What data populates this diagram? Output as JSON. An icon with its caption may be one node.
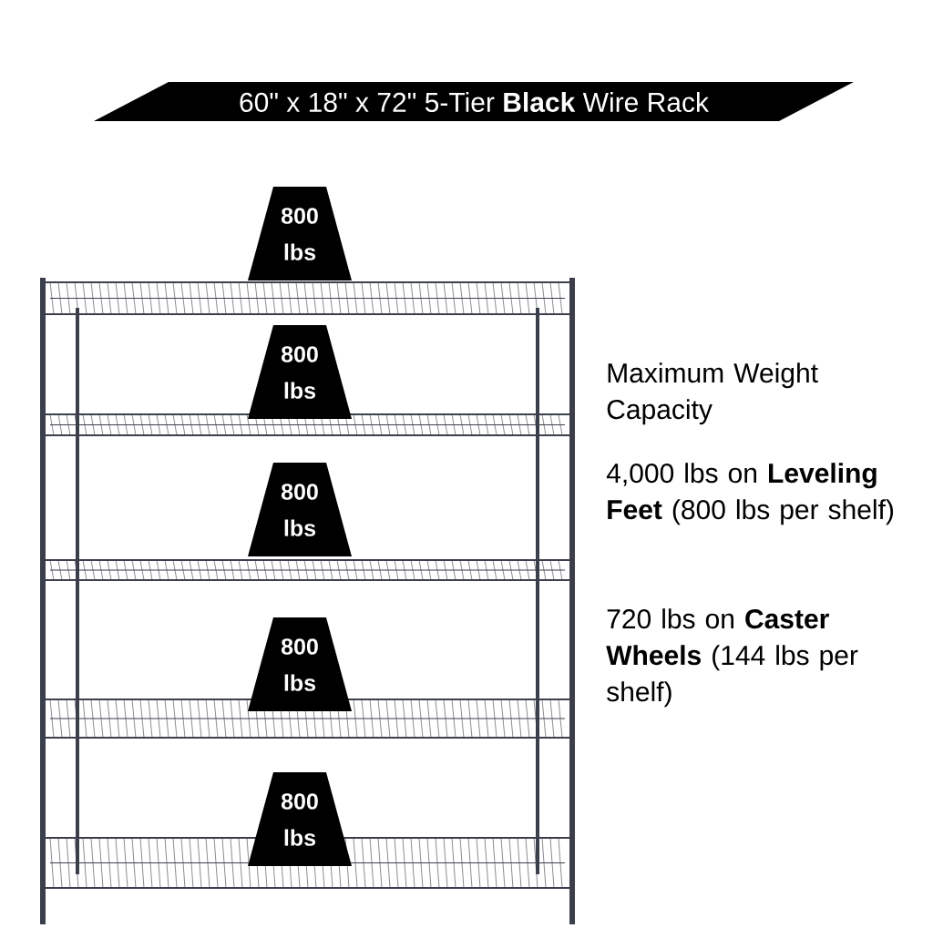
{
  "diagram": {
    "title": "60\" x 18\" x 72\" 5-Tier **Black** Wire Rack",
    "nodes": [
      {
        "text": [
          "800 lbs"
        ]
      },
      {
        "text": [
          "800 lbs"
        ]
      },
      {
        "text": [
          "800 lbs"
        ]
      },
      {
        "text": [
          "800 lbs"
        ]
      },
      {
        "text": [
          "800 lbs"
        ]
      }
    ],
    "labels": [
      "Maximum Weight Capacity",
      "4,000 lbs on **Leveling Feet** (800 lbs per shelf)",
      "720 lbs on **Caster Wheels** (144 lbs per shelf)"
    ]
  }
}
